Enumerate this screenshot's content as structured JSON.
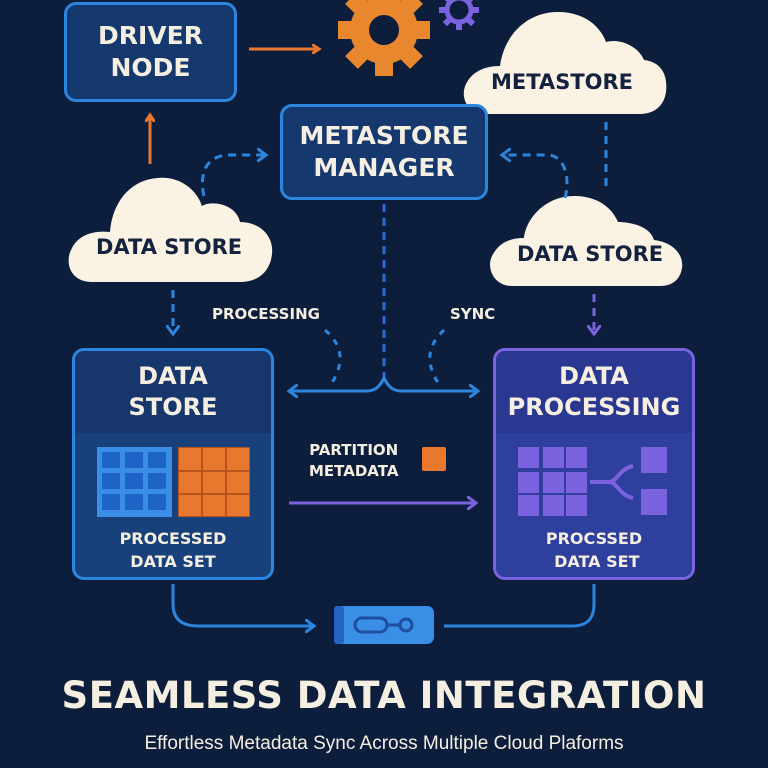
{
  "nodes": {
    "driver_node": "DRIVER\nNODE",
    "metastore_manager": "METASTORE\nMANAGER",
    "metastore_cloud": "METASTORE",
    "data_store_cloud_left": "DATA STORE",
    "data_store_cloud_right": "DATA STORE"
  },
  "panels": {
    "data_store": {
      "title": "DATA\nSTORE",
      "caption": "PROCESSED\nDATA SET"
    },
    "data_processing": {
      "title": "DATA\nPROCESSING",
      "caption": "PROCSSED\n DATA SET"
    }
  },
  "labels": {
    "processing": "PROCESSING",
    "sync": "SYNC",
    "partition_metadata": "PARTITION\nMETADATA"
  },
  "footer": {
    "title": "SEAMLESS DATA INTEGRATION",
    "subtitle": "Effortless Metadata Sync Across Multiple Cloud Plaforms"
  },
  "icons": [
    "gear-icon-large",
    "gear-icon-small",
    "grid-icon-blue",
    "grid-icon-orange",
    "grid-icon-purple",
    "branch-icon",
    "connector-icon",
    "square-icon"
  ],
  "colors": {
    "background": "#0d1e3d",
    "primary_blue": "#2b86e0",
    "accent_orange": "#e8782e",
    "accent_purple": "#7b63e0",
    "cloud": "#faf3e4",
    "text_light": "#f5efe1",
    "text_dark": "#14223f"
  }
}
